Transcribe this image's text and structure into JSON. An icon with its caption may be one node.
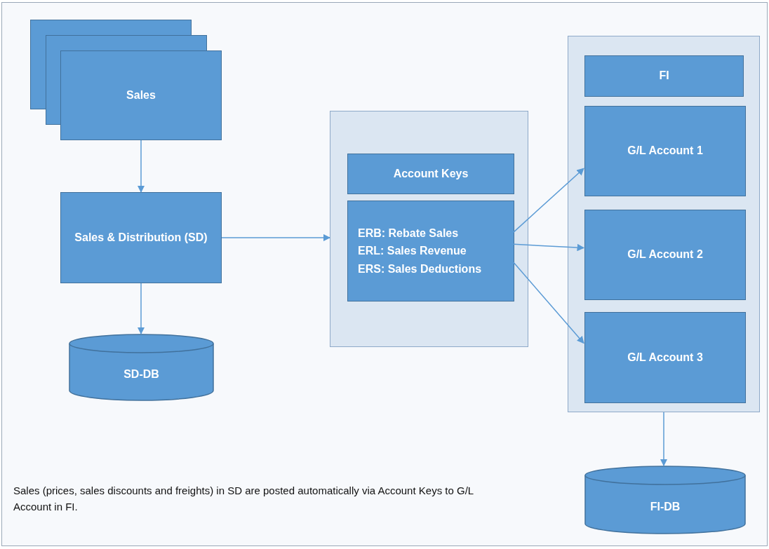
{
  "diagram": {
    "nodes": [
      {
        "text": [
          "Sales"
        ]
      },
      {
        "text": [
          "Sales & Distribution (SD)"
        ]
      },
      {
        "text": [
          "SD-DB"
        ]
      },
      {
        "text": [],
        "shape": "box"
      },
      {
        "text": [
          "Account Keys"
        ],
        "in": 3
      },
      {
        "text": [
          "ERB: Rebate Sales",
          "ERL: Sales Revenue",
          "ERS: Sales Deductions"
        ],
        "in": 3
      },
      {
        "text": [],
        "shape": "box"
      },
      {
        "text": [
          "FI"
        ],
        "in": 6
      },
      {
        "text": [
          "G/L Account 1"
        ],
        "in": 6
      },
      {
        "text": [
          "G/L Account 2"
        ],
        "in": 6
      },
      {
        "text": [
          "G/L Account 3"
        ],
        "in": 6
      },
      {
        "text": [
          "FI-DB"
        ]
      }
    ],
    "edges": [
      {
        "from": 0,
        "to": 1,
        "arrow": "to"
      },
      {
        "from": 1,
        "to": 2,
        "arrow": "to"
      },
      {
        "from": 1,
        "to": 3,
        "arrow": "to"
      },
      {
        "from": 5,
        "to": 8,
        "arrow": "to"
      },
      {
        "from": 5,
        "to": 9,
        "arrow": "to"
      },
      {
        "from": 5,
        "to": 10,
        "arrow": "to"
      },
      {
        "from": 6,
        "to": 11,
        "arrow": "to"
      }
    ],
    "labels": [
      "Sales (prices, sales discounts and freights) in SD are posted automatically via Account Keys to G/L Account in FI."
    ]
  }
}
